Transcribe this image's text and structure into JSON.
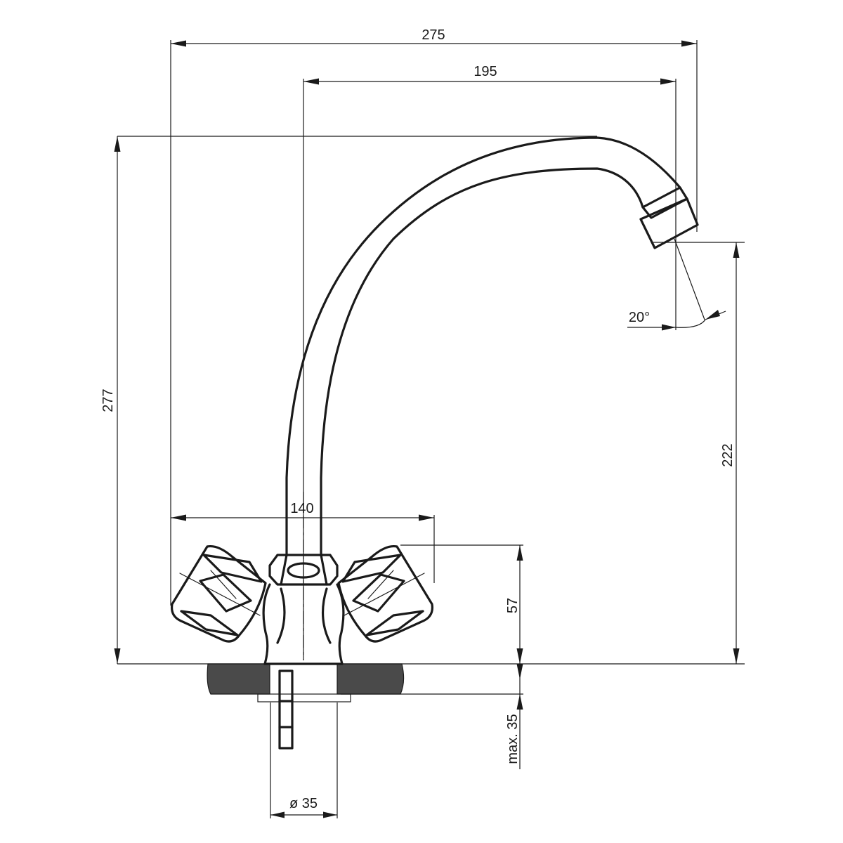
{
  "drawing": {
    "subject": "faucet-mixer-technical-drawing",
    "line_color": "#1a1a1a",
    "background": "#ffffff"
  },
  "dimensions": {
    "overall_width": "275",
    "spout_reach": "195",
    "total_height": "277",
    "spout_outlet_height": "222",
    "handle_span": "140",
    "handle_height": "57",
    "mount_thickness": "max. 35",
    "mount_hole_diameter": "ø 35",
    "spout_angle": "20°"
  }
}
